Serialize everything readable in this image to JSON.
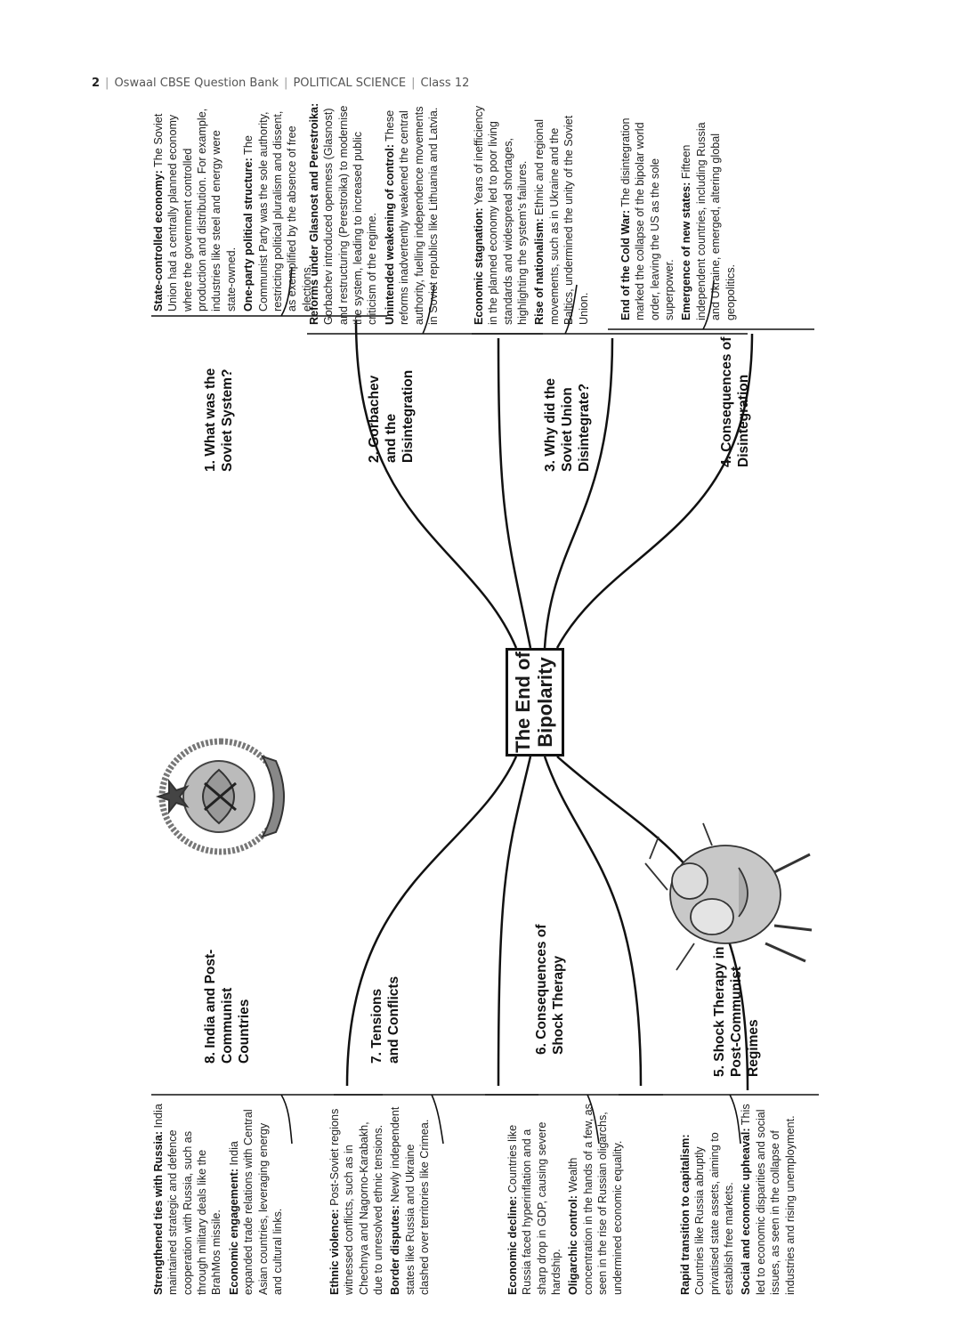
{
  "header": {
    "page": "2",
    "publisher": "Oswaal CBSE Question Bank",
    "subject": "POLITICAL SCIENCE",
    "class": "Class 12"
  },
  "center": {
    "line1": "The End of",
    "line2": "Bipolarity"
  },
  "branches": [
    {
      "title": "1. What was the Soviet System?",
      "points": [
        {
          "term": "State-controlled economy:",
          "text": " The Soviet Union had a centrally planned economy where the government controlled production and distribution. For example, industries like steel and energy were state-owned."
        },
        {
          "term": "One-party political structure:",
          "text": " The Communist Party was the sole authority, restricting political pluralism and dissent, as exemplified by the absence of free elections."
        }
      ]
    },
    {
      "title": "2. Gorbachev and the Disintegration",
      "points": [
        {
          "term": "Reforms under Glasnost and Perestroika:",
          "text": " Gorbachev introduced openness (Glasnost) and restructuring (Perestroika) to modernise the system, leading to increased public criticism of the regime."
        },
        {
          "term": "Unintended weakening of control:",
          "text": " These reforms inadvertently weakened the central authority, fuelling independence movements in Soviet republics like Lithuania and Latvia."
        }
      ]
    },
    {
      "title": "3. Why did the Soviet Union Disintegrate?",
      "points": [
        {
          "term": "Economic stagnation:",
          "text": " Years of inefficiency in the planned economy led to poor living standards and widespread shortages, highlighting the system's failures."
        },
        {
          "term": "Rise of nationalism:",
          "text": " Ethnic and regional movements, such as in Ukraine and the Baltics, undermined the unity of the Soviet Union."
        }
      ]
    },
    {
      "title": "4. Consequences of Disintegration",
      "points": [
        {
          "term": "End of the Cold War:",
          "text": " The disintegration marked the collapse of the bipolar world order, leaving the US as the sole superpower."
        },
        {
          "term": "Emergence of new states:",
          "text": " Fifteen independent countries, including Russia and Ukraine, emerged, altering global geopolitics."
        }
      ]
    },
    {
      "title": "5. Shock Therapy in Post-Communist Regimes",
      "points": [
        {
          "term": "Rapid transition to capitalism:",
          "text": " Countries like Russia abruptly privatised state assets, aiming to establish free markets."
        },
        {
          "term": "Social and economic upheaval:",
          "text": " This led to economic disparities and social issues, as seen in the collapse of industries and rising unemployment."
        }
      ]
    },
    {
      "title": "6. Consequences of Shock Therapy",
      "points": [
        {
          "term": "Economic decline:",
          "text": " Countries like Russia faced hyperinflation and a sharp drop in GDP, causing severe hardship."
        },
        {
          "term": "Oligarchic control:",
          "text": " Wealth concentration in the hands of a few, as seen in the rise of Russian oligarchs, undermined economic equality."
        }
      ]
    },
    {
      "title": "7. Tensions and Conflicts",
      "points": [
        {
          "term": "Ethnic violence:",
          "text": " Post-Soviet regions witnessed conflicts, such as in Chechnya and Nagorno-Karabakh, due to unresolved ethnic tensions."
        },
        {
          "term": "Border disputes:",
          "text": " Newly independent states like Russia and Ukraine clashed over territories like Crimea."
        }
      ]
    },
    {
      "title": "8. India and Post-Communist Countries",
      "points": [
        {
          "term": "Strengthened ties with Russia:",
          "text": " India maintained strategic and defence cooperation with Russia, such as through military deals like the BrahMos missile."
        },
        {
          "term": "Economic engagement:",
          "text": " India expanded trade relations with Central Asian countries, leveraging energy and cultural links."
        }
      ]
    }
  ],
  "images": {
    "emblem": "soviet-emblem-illustration",
    "cartoon": "shock-therapy-cartoon-illustration"
  }
}
